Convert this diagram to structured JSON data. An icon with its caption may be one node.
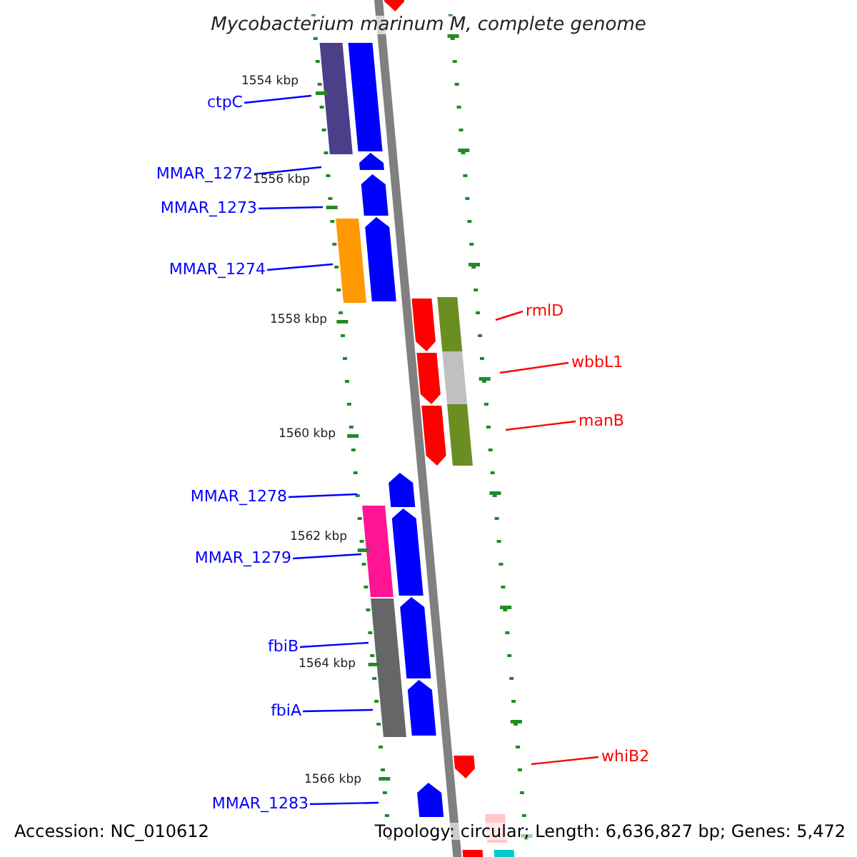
{
  "diagram": {
    "title": "Mycobacterium marinum M, complete genome",
    "nodes": [
      {
        "text": [
          "ctpC"
        ]
      },
      {
        "text": [
          "MMAR_1272"
        ]
      },
      {
        "text": [
          "MMAR_1273"
        ]
      },
      {
        "text": [
          "MMAR_1274"
        ]
      },
      {
        "text": [
          "rmlD"
        ]
      },
      {
        "text": [
          "wbbL1"
        ]
      },
      {
        "text": [
          "manB"
        ]
      },
      {
        "text": [
          "MMAR_1278"
        ]
      },
      {
        "text": [
          "MMAR_1279"
        ]
      },
      {
        "text": [
          "fbiB"
        ]
      },
      {
        "text": [
          "fbiA"
        ]
      },
      {
        "text": [
          "whiB2"
        ]
      },
      {
        "text": [
          "MMAR_1283"
        ]
      }
    ],
    "edges": [
      {
        "from": 0,
        "to": null,
        "arrow": "none"
      },
      {
        "from": 1,
        "to": null,
        "arrow": "none"
      },
      {
        "from": 2,
        "to": null,
        "arrow": "none"
      },
      {
        "from": 3,
        "to": null,
        "arrow": "none"
      },
      {
        "from": 4,
        "to": null,
        "arrow": "none",
        "color": "#ff0000"
      },
      {
        "from": 5,
        "to": null,
        "arrow": "none",
        "color": "#ff0000"
      },
      {
        "from": 6,
        "to": null,
        "arrow": "none",
        "color": "#ff0000"
      },
      {
        "from": 7,
        "to": null,
        "arrow": "none"
      },
      {
        "from": 8,
        "to": null,
        "arrow": "none"
      },
      {
        "from": 9,
        "to": null,
        "arrow": "none"
      },
      {
        "from": 10,
        "to": null,
        "arrow": "none"
      },
      {
        "from": 11,
        "to": null,
        "arrow": "none",
        "color": "#ff0000"
      },
      {
        "from": 12,
        "to": null,
        "arrow": "none"
      }
    ],
    "labels": [
      "1554 kbp",
      "1556 kbp",
      "1558 kbp",
      "1560 kbp",
      "1562 kbp",
      "1564 kbp",
      "1566 kbp",
      "Accession: NC_010612",
      "Topology: circular; Length: 6,636,827 bp; Genes: 5,472"
    ]
  }
}
